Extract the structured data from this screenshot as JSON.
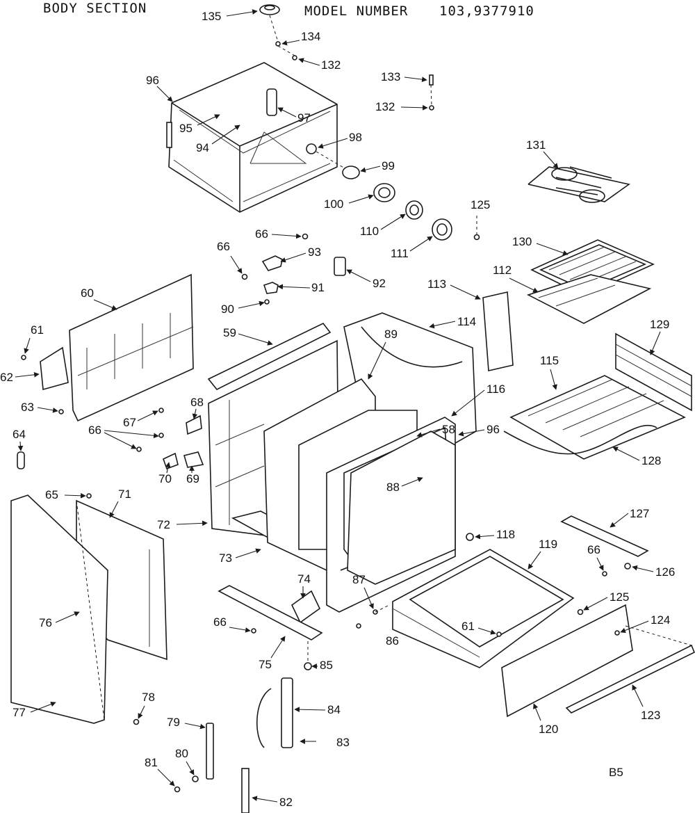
{
  "header": {
    "section_title": "BODY SECTION",
    "model_label": "MODEL NUMBER",
    "model_number": "103,9377910"
  },
  "page_code": "B5",
  "callouts": [
    {
      "id": "c135",
      "text": "135"
    },
    {
      "id": "c134",
      "text": "134"
    },
    {
      "id": "c132a",
      "text": "132"
    },
    {
      "id": "c133",
      "text": "133"
    },
    {
      "id": "c132b",
      "text": "132"
    },
    {
      "id": "c96a",
      "text": "96"
    },
    {
      "id": "c97",
      "text": "97"
    },
    {
      "id": "c95",
      "text": "95"
    },
    {
      "id": "c94",
      "text": "94"
    },
    {
      "id": "c98",
      "text": "98"
    },
    {
      "id": "c99",
      "text": "99"
    },
    {
      "id": "c100",
      "text": "100"
    },
    {
      "id": "c131",
      "text": "131"
    },
    {
      "id": "c125a",
      "text": "125"
    },
    {
      "id": "c110",
      "text": "110"
    },
    {
      "id": "c111",
      "text": "111"
    },
    {
      "id": "c66a",
      "text": "66"
    },
    {
      "id": "c66b",
      "text": "66"
    },
    {
      "id": "c93",
      "text": "93"
    },
    {
      "id": "c91",
      "text": "91"
    },
    {
      "id": "c92",
      "text": "92"
    },
    {
      "id": "c90",
      "text": "90"
    },
    {
      "id": "c130",
      "text": "130"
    },
    {
      "id": "c112",
      "text": "112"
    },
    {
      "id": "c113",
      "text": "113"
    },
    {
      "id": "c60",
      "text": "60"
    },
    {
      "id": "c61a",
      "text": "61"
    },
    {
      "id": "c62",
      "text": "62"
    },
    {
      "id": "c59",
      "text": "59"
    },
    {
      "id": "c114",
      "text": "114"
    },
    {
      "id": "c89",
      "text": "89"
    },
    {
      "id": "c129",
      "text": "129"
    },
    {
      "id": "c115",
      "text": "115"
    },
    {
      "id": "c116",
      "text": "116"
    },
    {
      "id": "c63",
      "text": "63"
    },
    {
      "id": "c67",
      "text": "67"
    },
    {
      "id": "c68",
      "text": "68"
    },
    {
      "id": "c66c",
      "text": "66"
    },
    {
      "id": "c58",
      "text": "58"
    },
    {
      "id": "c96b",
      "text": "96"
    },
    {
      "id": "c128",
      "text": "128"
    },
    {
      "id": "c70",
      "text": "70"
    },
    {
      "id": "c69",
      "text": "69"
    },
    {
      "id": "c64",
      "text": "64"
    },
    {
      "id": "c65",
      "text": "65"
    },
    {
      "id": "c71",
      "text": "71"
    },
    {
      "id": "c88",
      "text": "88"
    },
    {
      "id": "c72",
      "text": "72"
    },
    {
      "id": "c127",
      "text": "127"
    },
    {
      "id": "c118",
      "text": "118"
    },
    {
      "id": "c119",
      "text": "119"
    },
    {
      "id": "c66d",
      "text": "66"
    },
    {
      "id": "c126",
      "text": "126"
    },
    {
      "id": "c73",
      "text": "73"
    },
    {
      "id": "c74",
      "text": "74"
    },
    {
      "id": "c87",
      "text": "87"
    },
    {
      "id": "c76",
      "text": "76"
    },
    {
      "id": "c125b",
      "text": "125"
    },
    {
      "id": "c66e",
      "text": "66"
    },
    {
      "id": "c86",
      "text": "86"
    },
    {
      "id": "c61b",
      "text": "61"
    },
    {
      "id": "c124",
      "text": "124"
    },
    {
      "id": "c75",
      "text": "75"
    },
    {
      "id": "c85",
      "text": "85"
    },
    {
      "id": "c77",
      "text": "77"
    },
    {
      "id": "c78",
      "text": "78"
    },
    {
      "id": "c84",
      "text": "84"
    },
    {
      "id": "c123",
      "text": "123"
    },
    {
      "id": "c120",
      "text": "120"
    },
    {
      "id": "c79",
      "text": "79"
    },
    {
      "id": "c83",
      "text": "83"
    },
    {
      "id": "c81",
      "text": "81"
    },
    {
      "id": "c80",
      "text": "80"
    },
    {
      "id": "c82",
      "text": "82"
    }
  ]
}
